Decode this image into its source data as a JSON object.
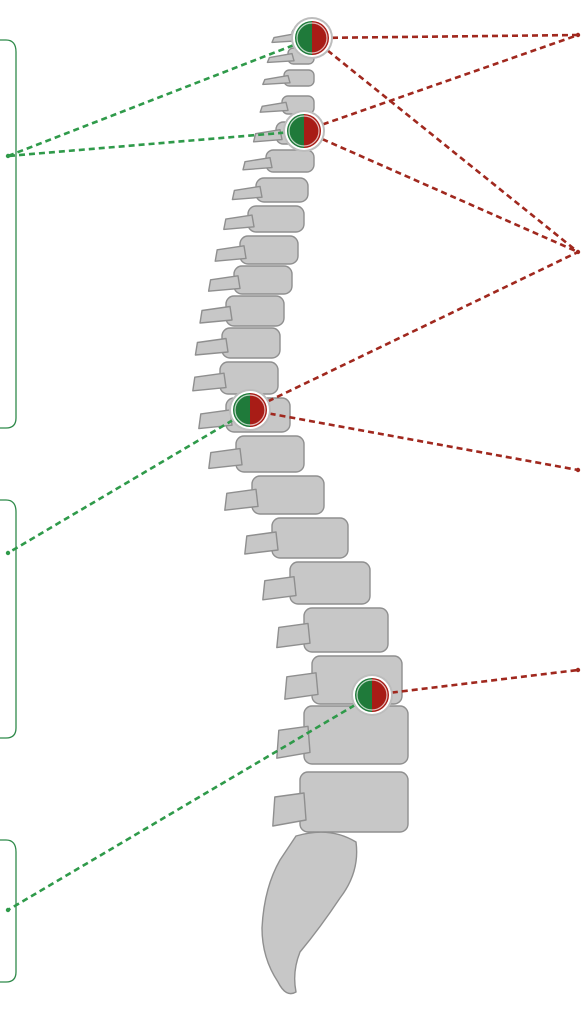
{
  "diagram": {
    "colors": {
      "green_leader": "#2f9a4a",
      "red_leader": "#a0281e",
      "bracket": "#2f8a4a",
      "bone": "#c7c7c7",
      "marker_green": "#1f7a3a",
      "marker_red": "#a81c16"
    },
    "left_boxes": [
      {
        "id": "box-1"
      },
      {
        "id": "box-2"
      },
      {
        "id": "box-3"
      }
    ],
    "markers": [
      {
        "id": "marker-1",
        "icon": "split-green-red-circle-icon"
      },
      {
        "id": "marker-2",
        "icon": "split-green-red-circle-icon"
      },
      {
        "id": "marker-3",
        "icon": "split-green-red-circle-icon"
      },
      {
        "id": "marker-4",
        "icon": "split-green-red-circle-icon"
      }
    ]
  }
}
